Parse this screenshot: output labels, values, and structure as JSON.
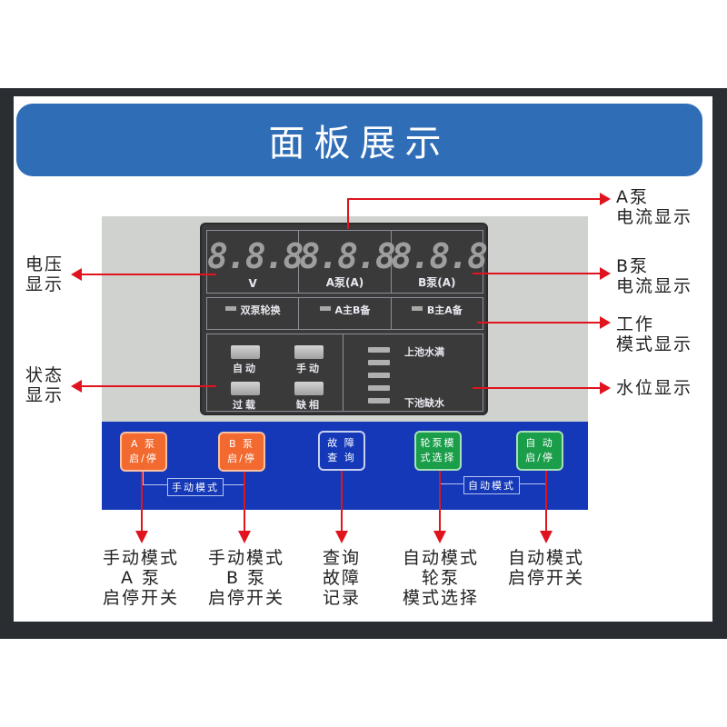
{
  "title": "面板展示",
  "lcd": {
    "displays": [
      {
        "digits": "8.8.8",
        "unit": "V"
      },
      {
        "digits": "8.8.8",
        "unit": "A泵(A)"
      },
      {
        "digits": "8.8.8",
        "unit": "B泵(A)"
      }
    ],
    "modes": [
      "双泵轮换",
      "A主B备",
      "B主A备"
    ],
    "status": [
      "自动",
      "手动",
      "过载",
      "缺相"
    ],
    "water_level": {
      "top": "上池水满",
      "bottom": "下池缺水",
      "led_count": 5
    }
  },
  "buttons": [
    {
      "line1": "A 泵",
      "line2": "启/停",
      "color": "#f26a30"
    },
    {
      "line1": "B 泵",
      "line2": "启/停",
      "color": "#f26a30"
    },
    {
      "line1": "故 障",
      "line2": "查 询",
      "color": "#1438b8"
    },
    {
      "line1": "轮泵模",
      "line2": "式选择",
      "color": "#1a9e4a"
    },
    {
      "line1": "自 动",
      "line2": "启/停",
      "color": "#1a9e4a"
    }
  ],
  "groups": {
    "manual": "手动模式",
    "auto": "自动模式"
  },
  "callouts_left": [
    {
      "line1": "电压",
      "line2": "显示"
    },
    {
      "line1": "状态",
      "line2": "显示"
    }
  ],
  "callouts_right": [
    {
      "line1": "A泵",
      "line2": "电流显示"
    },
    {
      "line1": "B泵",
      "line2": "电流显示"
    },
    {
      "line1": "工作",
      "line2": "模式显示"
    },
    {
      "line1": "水位显示",
      "line2": ""
    }
  ],
  "callouts_bottom": [
    {
      "line1": "手动模式",
      "line2": "A 泵",
      "line3": "启停开关"
    },
    {
      "line1": "手动模式",
      "line2": "B 泵",
      "line3": "启停开关"
    },
    {
      "line1": "查询",
      "line2": "故障",
      "line3": "记录"
    },
    {
      "line1": "自动模式",
      "line2": "轮泵",
      "line3": "模式选择"
    },
    {
      "line1": "自动模式",
      "line2": "启停开关",
      "line3": ""
    }
  ],
  "colors": {
    "accent_blue": "#2f6db7",
    "arrow_red": "#e0141e",
    "panel_blue": "#1438b8",
    "frame": "#2a2d32"
  }
}
